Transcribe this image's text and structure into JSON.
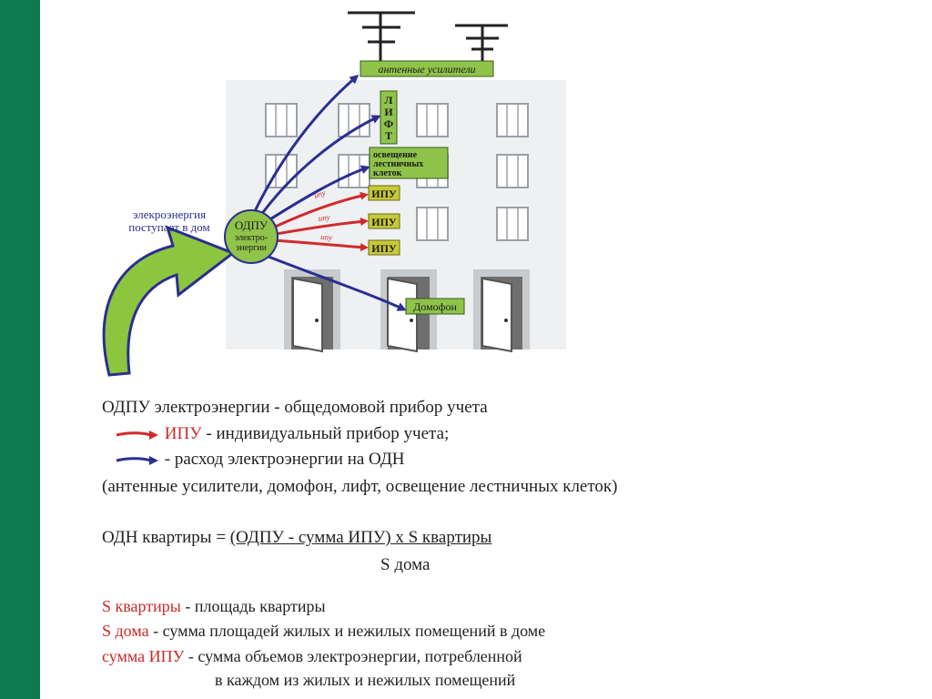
{
  "diagram": {
    "labels": {
      "antenna": "антенные усилители",
      "lift_letters": [
        "Л",
        "И",
        "Ф",
        "Т"
      ],
      "stair_lines": [
        "освещение",
        "лестничных",
        "клеток"
      ],
      "ipu": "ИПУ",
      "ipu_small": "ипу",
      "intercom": "Домофон",
      "odpu_lines": [
        "ОДПУ",
        "электро-",
        "энергии"
      ],
      "incoming_lines": [
        "элекроэнергия",
        "поступает в дом"
      ]
    },
    "colors": {
      "building": "#eef0f2",
      "label_green": "#8fc34a",
      "label_yellow": "#c7c93a",
      "arrow_blue": "#2b2f8f",
      "arrow_red": "#d02b2b",
      "big_arrow": "#8cc63f",
      "sidebar": "#0f7a4e"
    }
  },
  "legend": {
    "line1": "ОДПУ электроэнергии - общедомовой прибор учета",
    "line2_term": "ИПУ",
    "line2_rest": " - индивидуальный прибор учета;",
    "line3": "- расход электроэнергии на ОДН",
    "line4": "(антенные усилители, домофон, лифт, освещение лестничных клеток)"
  },
  "formula": {
    "lhs": "ОДН квартиры = ",
    "numerator": "(ОДПУ - сумма ИПУ) х  S квартиры",
    "denominator": "S дома"
  },
  "definitions": [
    {
      "term": "S квартиры",
      "text": " - площадь квартиры"
    },
    {
      "term": "S дома",
      "text": " - сумма площадей жилых и нежилых помещений в доме"
    },
    {
      "term": "сумма ИПУ",
      "text": " - сумма объемов электроэнергии, потребленной"
    }
  ],
  "definition_continuation": "в каждом из жилых и нежилых помещений"
}
